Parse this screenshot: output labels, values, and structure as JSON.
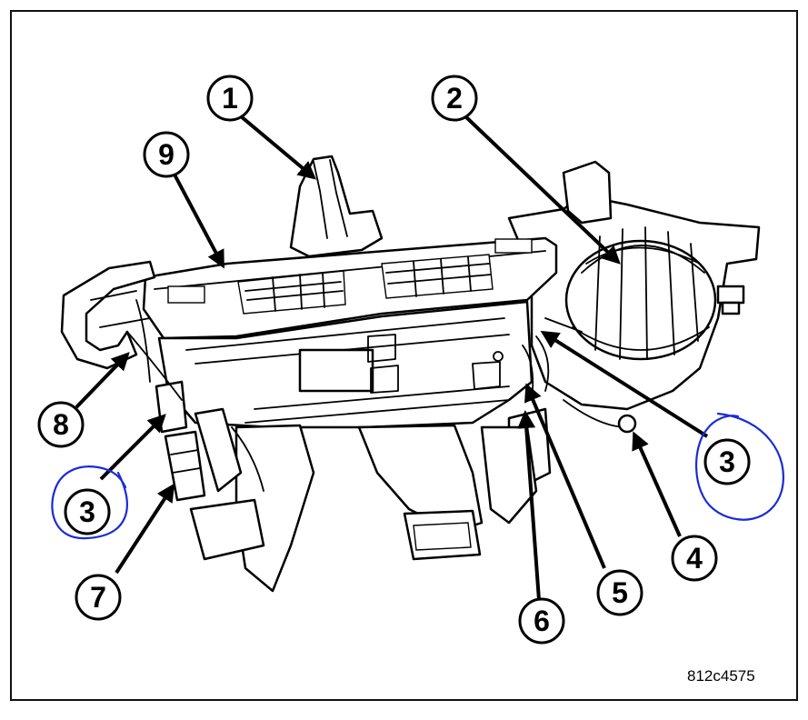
{
  "figure_code": "812c4575",
  "callouts": [
    {
      "id": "c1",
      "label": "1"
    },
    {
      "id": "c2",
      "label": "2"
    },
    {
      "id": "c9",
      "label": "9"
    },
    {
      "id": "c8",
      "label": "8"
    },
    {
      "id": "c3a",
      "label": "3"
    },
    {
      "id": "c3b",
      "label": "3"
    },
    {
      "id": "c7",
      "label": "7"
    },
    {
      "id": "c6",
      "label": "6"
    },
    {
      "id": "c5",
      "label": "5"
    },
    {
      "id": "c4",
      "label": "4"
    }
  ],
  "colors": {
    "ink": "#000000",
    "annotation_blue": "#1a2bd6"
  }
}
